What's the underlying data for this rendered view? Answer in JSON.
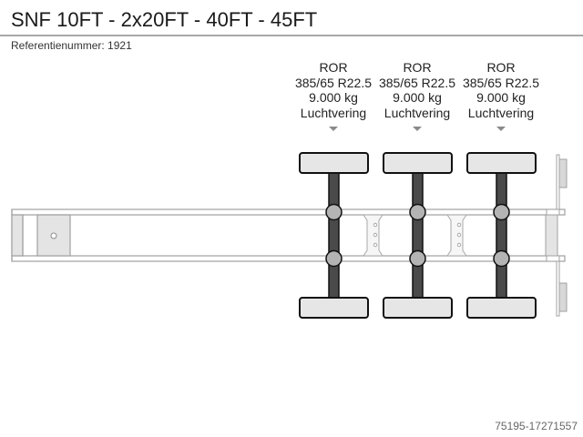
{
  "header": {
    "title": "SNF 10FT - 2x20FT - 40FT - 45FT",
    "reference_label": "Referentienummer: 1921"
  },
  "axles": [
    {
      "type": "ROR",
      "tire": "385/65 R22.5",
      "load": "9.000 kg",
      "suspension": "Luchtvering",
      "marker": "triangle-down-icon"
    },
    {
      "type": "ROR",
      "tire": "385/65 R22.5",
      "load": "9.000 kg",
      "suspension": "Luchtvering",
      "marker": "triangle-down-icon"
    },
    {
      "type": "ROR",
      "tire": "385/65 R22.5",
      "load": "9.000 kg",
      "suspension": "Luchtvering",
      "marker": "triangle-down-icon"
    }
  ],
  "colors": {
    "frame_stroke": "#a0a0a0",
    "frame_fill": "#e4e4e4",
    "axle_beam": "#4a4a4a",
    "hub": "#b4b4b4",
    "wheel_fill": "#e6e6e6",
    "outline": "#111111"
  },
  "footer": {
    "id": "75195-17271557"
  }
}
